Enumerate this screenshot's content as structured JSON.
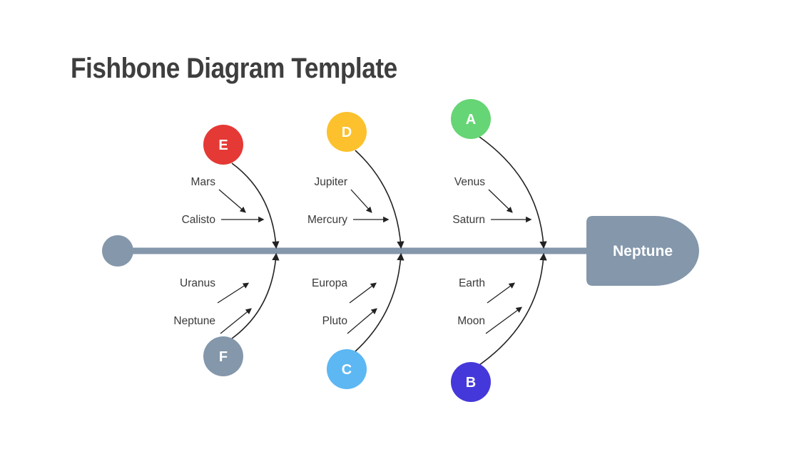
{
  "title": "Fishbone Diagram Template",
  "colors": {
    "spine": "#8497AB",
    "title": "#3E3E3E",
    "label": "#3A3A3A",
    "line": "#222222"
  },
  "head": {
    "label": "Neptune"
  },
  "branches": [
    {
      "letter": "E",
      "position": "top-left",
      "color": "#E53935",
      "items": [
        "Mars",
        "Calisto"
      ]
    },
    {
      "letter": "D",
      "position": "top-middle",
      "color": "#FCC12D",
      "items": [
        "Jupiter",
        "Mercury"
      ]
    },
    {
      "letter": "A",
      "position": "top-right",
      "color": "#66D575",
      "items": [
        "Venus",
        "Saturn"
      ]
    },
    {
      "letter": "F",
      "position": "bottom-left",
      "color": "#8497AB",
      "items": [
        "Uranus",
        "Neptune"
      ]
    },
    {
      "letter": "C",
      "position": "bottom-middle",
      "color": "#5CB7F3",
      "items": [
        "Europa",
        "Pluto"
      ]
    },
    {
      "letter": "B",
      "position": "bottom-right",
      "color": "#4438DB",
      "items": [
        "Earth",
        "Moon"
      ]
    }
  ]
}
